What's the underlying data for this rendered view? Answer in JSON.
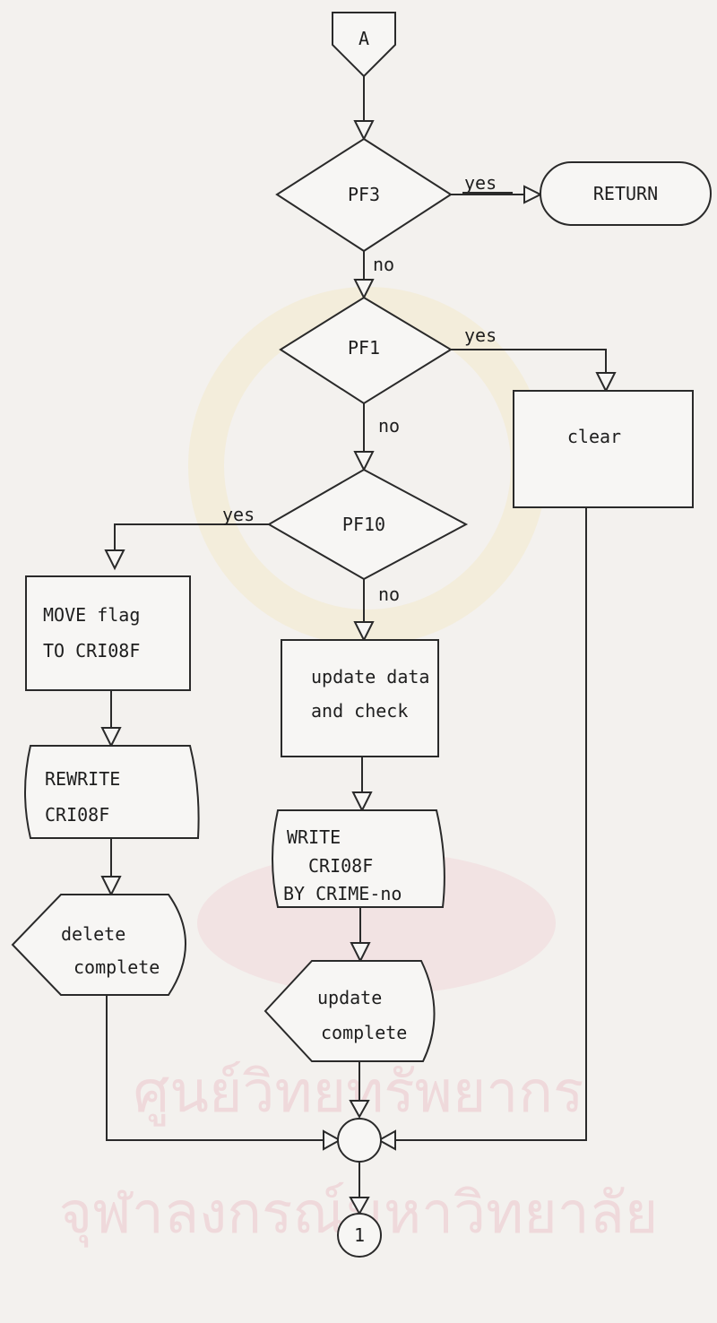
{
  "watermark": {
    "line1": "ศูนย์วิทยทรัพยากร",
    "line2": "จุฬาลงกรณ์มหาวิทยาลัย"
  },
  "nodes": {
    "connector_a": "A",
    "pf3": "PF3",
    "return": "RETURN",
    "pf1": "PF1",
    "clear": "clear",
    "pf10": "PF10",
    "move_flag": [
      "MOVE flag",
      "TO CRI08F"
    ],
    "update_data": [
      "update data",
      "and check"
    ],
    "rewrite": [
      "REWRITE",
      "CRI08F"
    ],
    "write": [
      "WRITE",
      "CRI08F",
      "BY CRIME-no"
    ],
    "delete_complete": [
      "delete",
      "complete"
    ],
    "update_complete": [
      "update",
      "complete"
    ],
    "connector_1": "1"
  },
  "edges": {
    "pf3_yes": "yes",
    "pf3_no": "no",
    "pf1_yes": "yes",
    "pf1_no": "no",
    "pf10_yes": "yes",
    "pf10_no": "no"
  }
}
